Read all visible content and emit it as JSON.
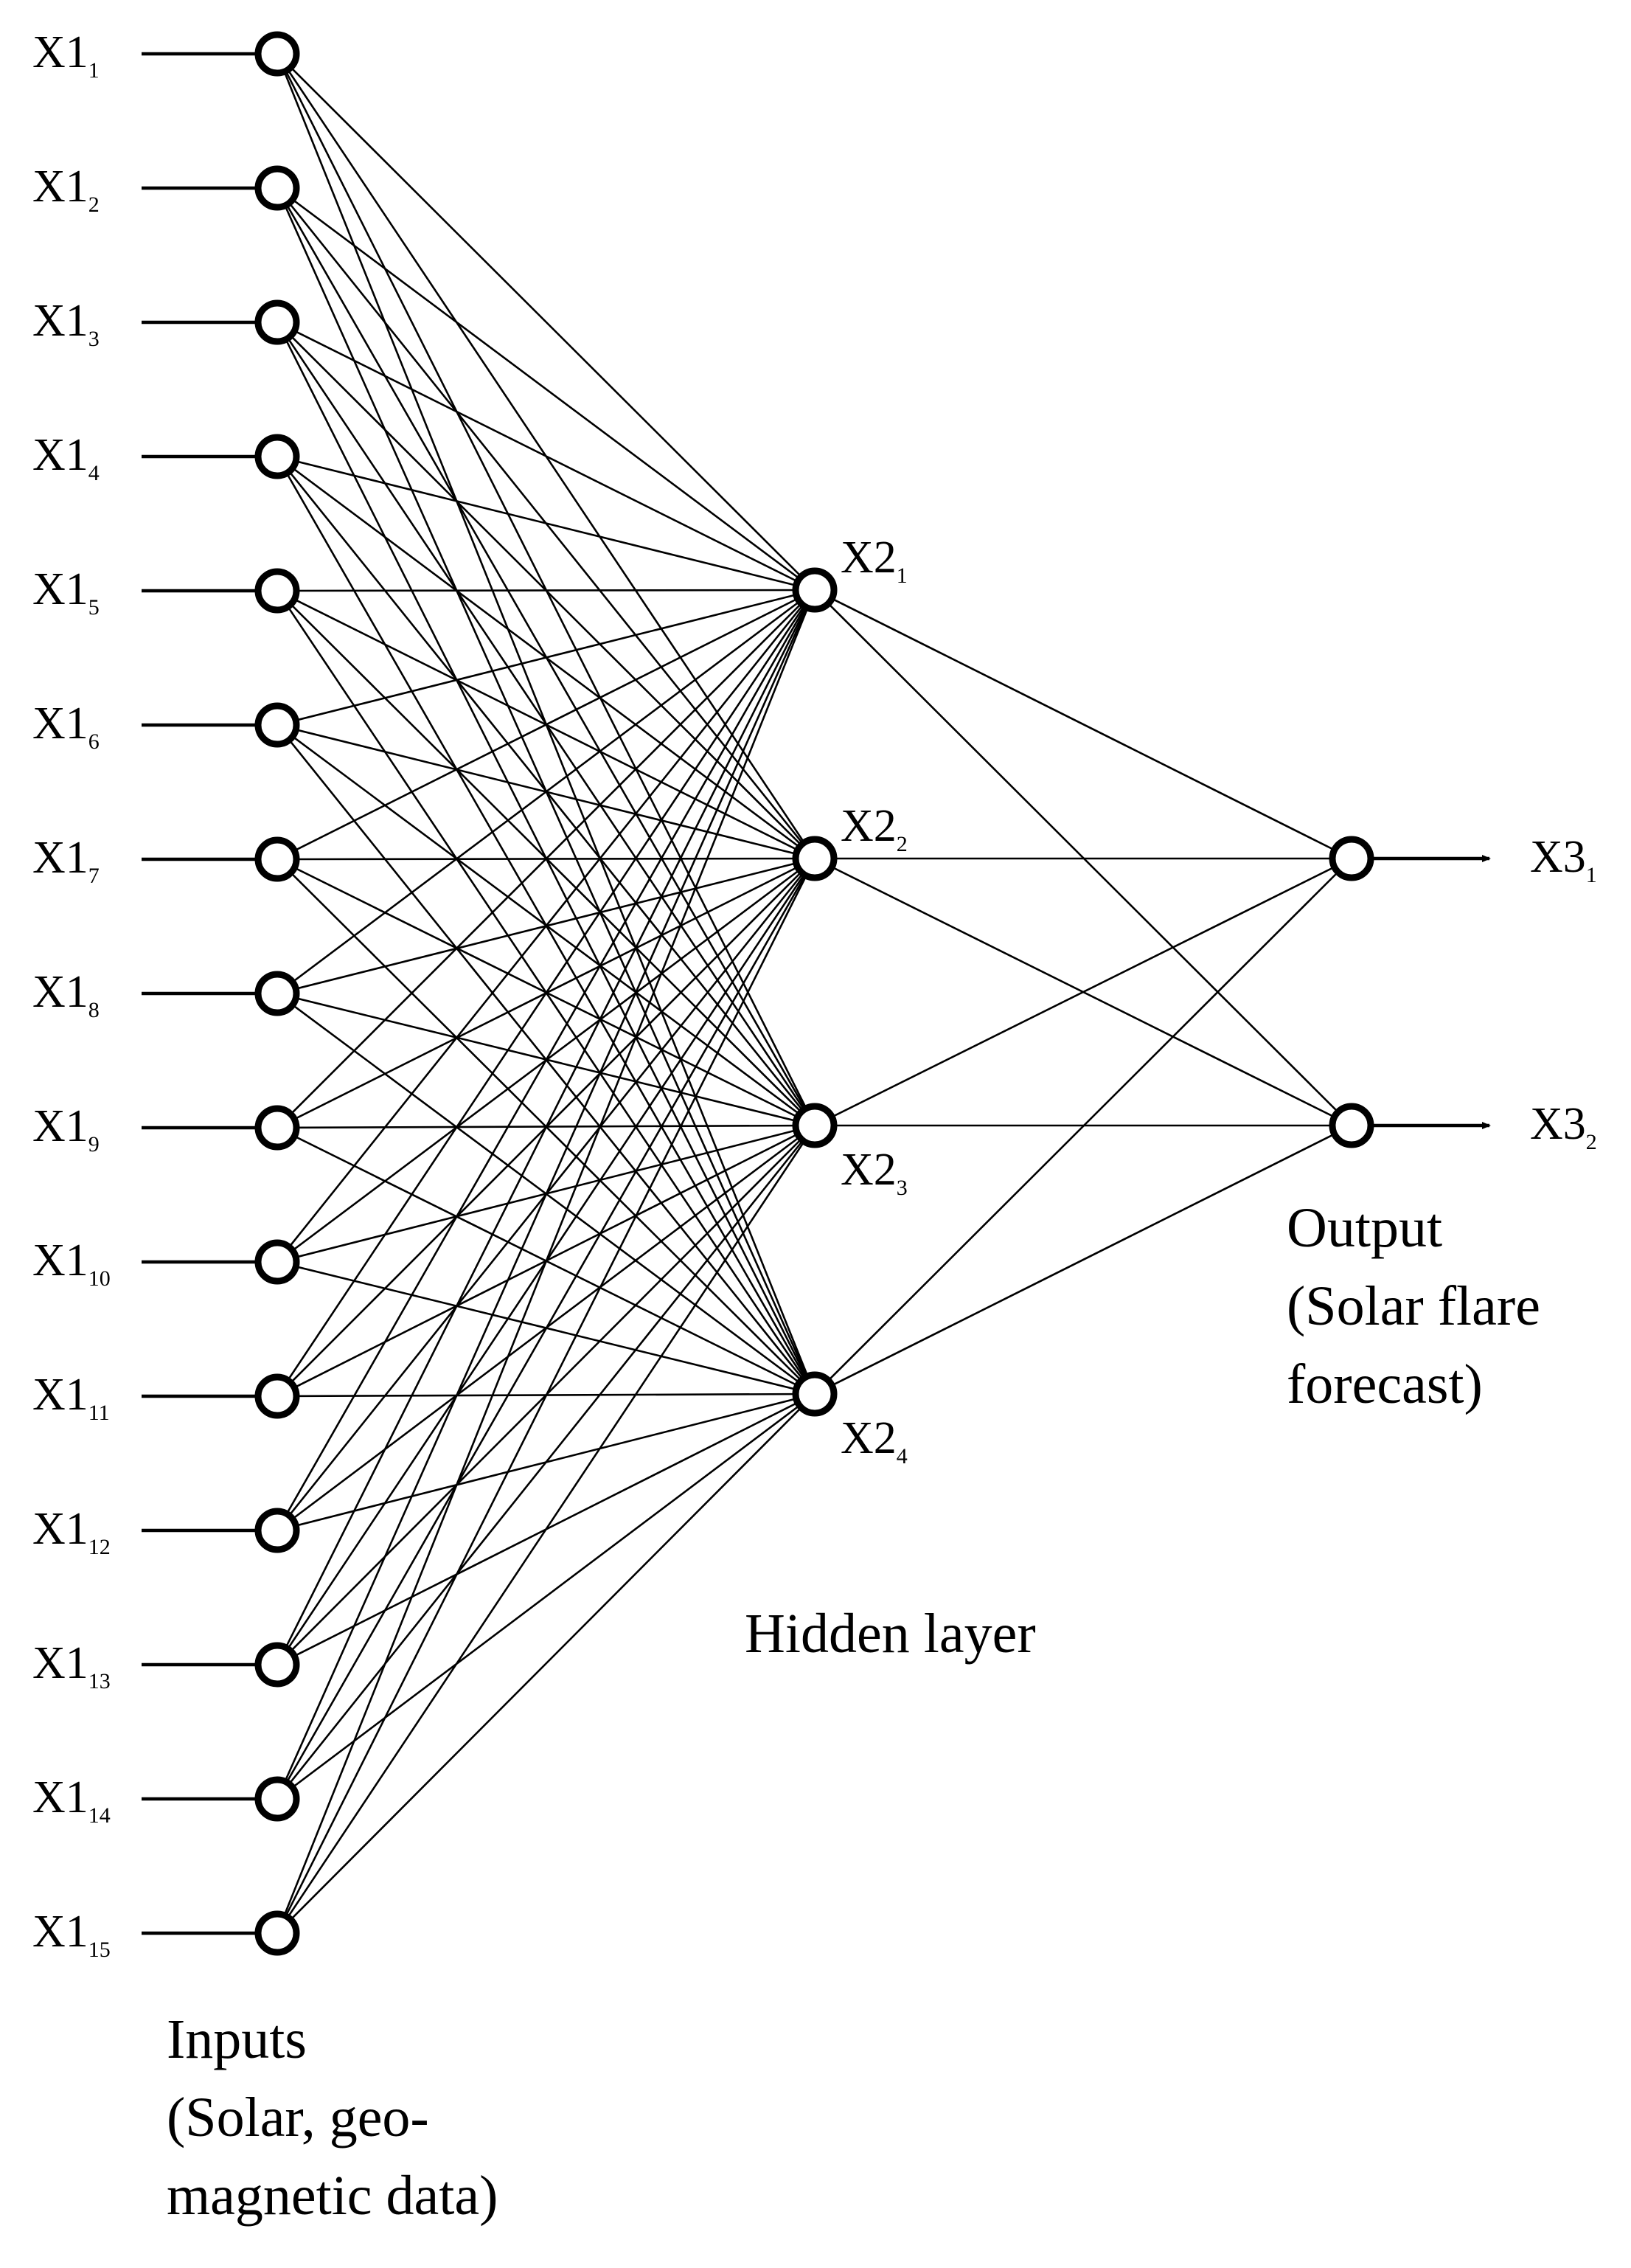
{
  "network": {
    "input_label_base": "X1",
    "hidden_label_base": "X2",
    "output_label_base": "X3",
    "input_subscripts": [
      "1",
      "2",
      "3",
      "4",
      "5",
      "6",
      "7",
      "8",
      "9",
      "10",
      "11",
      "12",
      "13",
      "14",
      "15"
    ],
    "hidden_subscripts": [
      "1",
      "2",
      "3",
      "4"
    ],
    "output_subscripts": [
      "1",
      "2"
    ]
  },
  "captions": {
    "inputs": [
      "Inputs",
      "(Solar, geo-",
      "magnetic data)"
    ],
    "hidden": "Hidden layer",
    "output": [
      "Output",
      "(Solar flare",
      "forecast)"
    ]
  }
}
